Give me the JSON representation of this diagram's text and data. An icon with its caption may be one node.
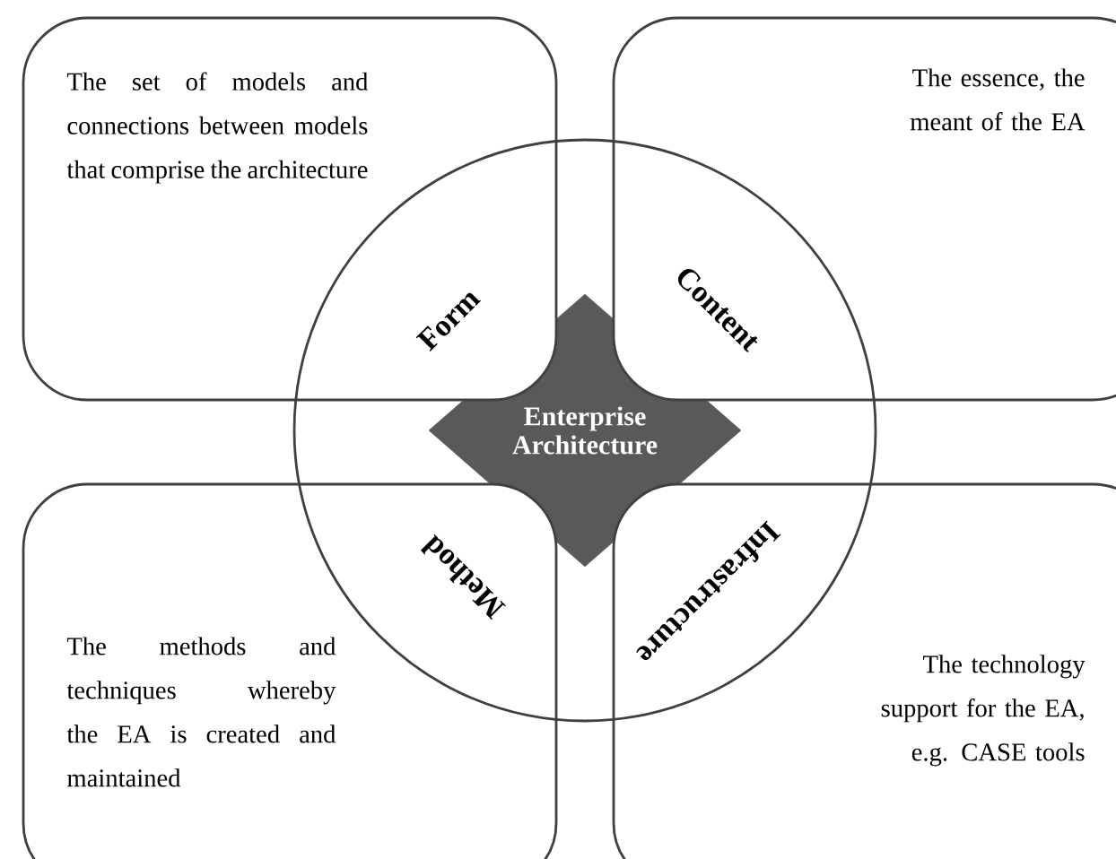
{
  "diagram": {
    "nodes": [
      {
        "text": [
          "The set of models and connections between models that comprise the architecture",
          "Form"
        ]
      },
      {
        "text": [
          "The essence, the meant of the EA",
          "Content"
        ]
      },
      {
        "text": [
          "The methods and techniques whereby the EA is created and maintained",
          "Method"
        ]
      },
      {
        "text": [
          "The technology support for the EA, e.g. CASE tools",
          "Infrastructure"
        ]
      },
      {
        "text": [],
        "shape": "circle"
      },
      {
        "text": [
          "Enterprise Architecture"
        ],
        "in": 4
      }
    ]
  }
}
